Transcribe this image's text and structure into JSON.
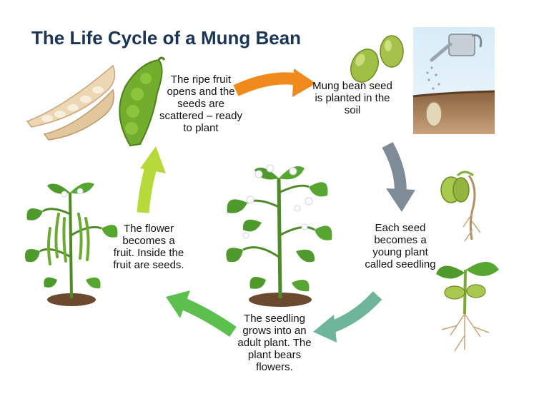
{
  "title": "The Life Cycle of a Mung Bean",
  "colors": {
    "title": "#1b3556",
    "arrow_orange": "#f08a1c",
    "arrow_gray": "#7f8c97",
    "arrow_teal": "#6fb59a",
    "arrow_green": "#5cc04e",
    "arrow_lime": "#b7d93a",
    "leaf_green": "#4f9a2c",
    "pod_green": "#72ad2d",
    "soil_brown": "#6b4a2f"
  },
  "stages": [
    {
      "id": "fruit-opens",
      "text": "The ripe fruit opens and the seeds are scattered – ready to plant"
    },
    {
      "id": "planted",
      "text": "Mung bean seed is planted in the soil"
    },
    {
      "id": "seedling",
      "text": "Each seed becomes a young plant called seedling"
    },
    {
      "id": "adult",
      "text": "The seedling grows into an adult plant. The plant bears flowers."
    },
    {
      "id": "flower",
      "text": "The flower becomes a fruit. Inside the fruit are seeds."
    }
  ],
  "icons": {
    "open_pod": "open-pod-icon",
    "green_pod": "green-pod-icon",
    "seeds": "bean-seeds-icon",
    "watering_can": "watering-can-icon",
    "seed_in_soil": "seed-in-soil-icon",
    "germinating_seed": "germinating-seed-icon",
    "seedling": "seedling-icon",
    "flowering_plant": "flowering-plant-icon",
    "fruiting_plant": "fruiting-plant-icon"
  }
}
